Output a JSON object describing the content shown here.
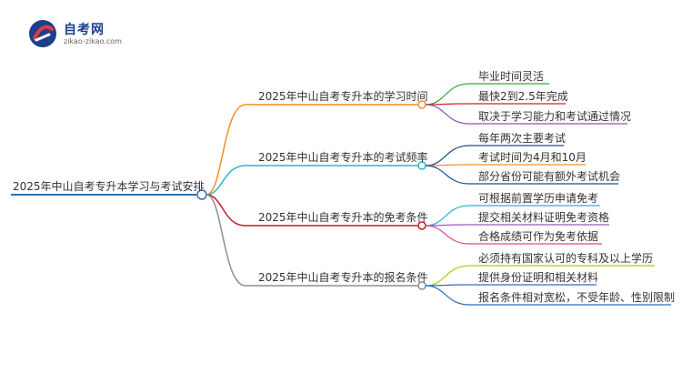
{
  "logo": {
    "title": "自考网",
    "url": "zikao-zikao.com"
  },
  "colors": {
    "root_line": "#2f6fae",
    "b0": "#f0902a",
    "b1": "#2bb5c9",
    "b2": "#c21b26",
    "b3": "#8f8f8f",
    "l0": "#3aa639",
    "l1": "#d2202f",
    "l2": "#8c55b5",
    "l3": "#1e4e8c",
    "l4": "#f0902a",
    "l5": "#1e4e8c",
    "l6": "#2bb5c9",
    "l7": "#9b59b6",
    "l8": "#d94a9a",
    "l9": "#b7c21e",
    "l10": "#2e6fbe",
    "l11": "#2e6fbe"
  },
  "mindmap": {
    "root": "2025年中山自考专升本学习与考试安排",
    "branches": [
      {
        "label": "2025年中山自考专升本的学习时间",
        "leaves": [
          "毕业时间灵活",
          "最快2到2.5年完成",
          "取决于学习能力和考试通过情况"
        ]
      },
      {
        "label": "2025年中山自考专升本的考试频率",
        "leaves": [
          "每年两次主要考试",
          "考试时间为4月和10月",
          "部分省份可能有额外考试机会"
        ]
      },
      {
        "label": "2025年中山自考专升本的免考条件",
        "leaves": [
          "可根据前置学历申请免考",
          "提交相关材料证明免考资格",
          "合格成绩可作为免考依据"
        ]
      },
      {
        "label": "2025年中山自考专升本的报名条件",
        "leaves": [
          "必须持有国家认可的专科及以上学历",
          "提供身份证明和相关材料",
          "报名条件相对宽松，不受年龄、性别限制"
        ]
      }
    ]
  }
}
